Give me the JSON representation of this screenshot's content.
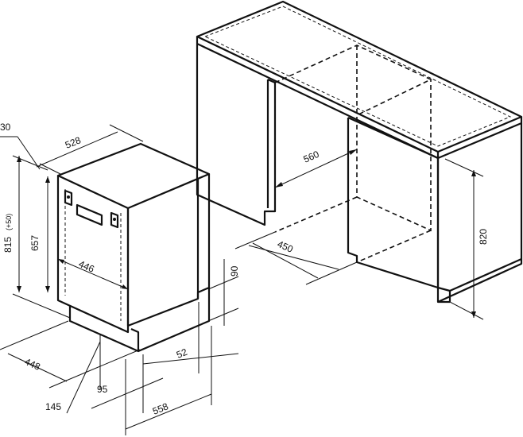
{
  "dimensions": {
    "d30": "30",
    "d528": "528",
    "d815": "815",
    "d815_note": "(+50)",
    "d657": "657",
    "d446": "446",
    "d448": "448",
    "d95": "95",
    "d145": "145",
    "d558": "558",
    "d52": "52",
    "d90": "90",
    "d560": "560",
    "d450": "450",
    "d820": "820"
  }
}
